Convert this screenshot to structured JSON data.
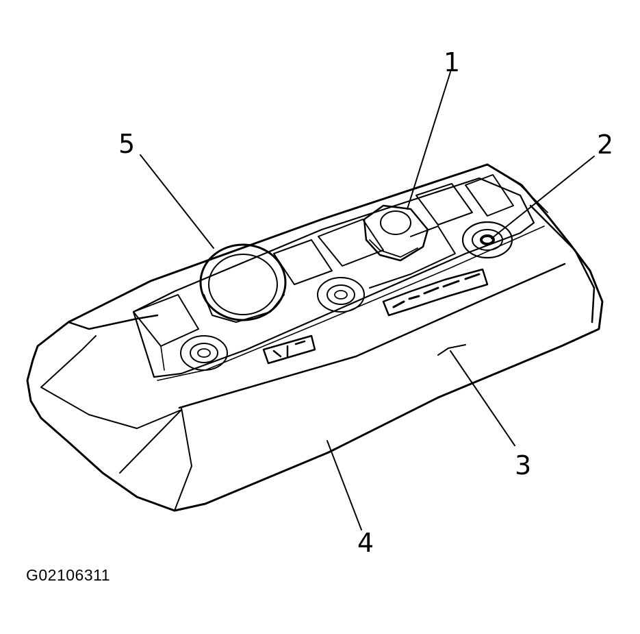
{
  "diagram": {
    "callouts": [
      {
        "id": "1",
        "label": "1"
      },
      {
        "id": "2",
        "label": "2"
      },
      {
        "id": "3",
        "label": "3"
      },
      {
        "id": "4",
        "label": "4"
      },
      {
        "id": "5",
        "label": "5"
      }
    ],
    "figure_code": "G02106311",
    "stroke_color": "#000000",
    "background_color": "#ffffff"
  }
}
